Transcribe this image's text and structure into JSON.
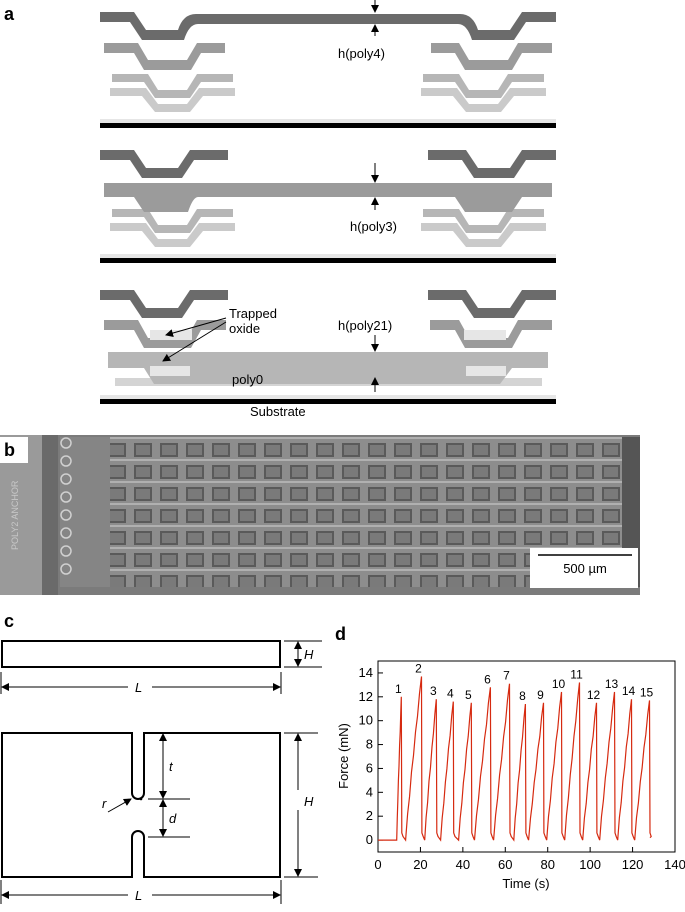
{
  "panels": {
    "a": {
      "letter": "a",
      "labels": {
        "h_poly4": "h(poly4)",
        "h_poly3": "h(poly3)",
        "h_poly21": "h(poly21)",
        "trapped_oxide": [
          "Trapped",
          "oxide"
        ],
        "poly0": "poly0",
        "substrate": "Substrate"
      },
      "colors": {
        "poly4": "#6b6b6b",
        "poly3": "#9b9b9b",
        "poly2": "#b6b6b6",
        "poly1": "#cacaca",
        "oxide": "#e6e6e6",
        "substrate": "#000000"
      }
    },
    "b": {
      "letter": "b",
      "scale_bar": "500 µm",
      "chip_text": "POLY2 ANCHOR"
    },
    "c": {
      "letter": "c",
      "labels": {
        "H": "H",
        "L": "L",
        "t": "t",
        "r": "r",
        "d": "d"
      }
    },
    "d": {
      "letter": "d",
      "line_color": "#d62a10"
    }
  },
  "chart_data": {
    "type": "line",
    "xlabel": "Time (s)",
    "ylabel": "Force (mN)",
    "xlim": [
      0,
      140
    ],
    "ylim": [
      -1,
      15
    ],
    "xticks": [
      0,
      20,
      40,
      60,
      80,
      100,
      120,
      140
    ],
    "yticks": [
      0,
      2,
      4,
      6,
      8,
      10,
      12,
      14
    ],
    "grid": false,
    "cycles": [
      {
        "label": "1",
        "start": 8.8,
        "peak_t": 11.0,
        "peak": 12.0
      },
      {
        "label": "2",
        "start": 13.0,
        "peak_t": 20.5,
        "peak": 13.7
      },
      {
        "label": "3",
        "start": 22.0,
        "peak_t": 27.5,
        "peak": 11.8
      },
      {
        "label": "4",
        "start": 29.5,
        "peak_t": 35.5,
        "peak": 11.6
      },
      {
        "label": "5",
        "start": 38.0,
        "peak_t": 44.0,
        "peak": 11.5
      },
      {
        "label": "6",
        "start": 45.5,
        "peak_t": 53.0,
        "peak": 12.8
      },
      {
        "label": "7",
        "start": 54.5,
        "peak_t": 62.0,
        "peak": 13.1
      },
      {
        "label": "8",
        "start": 64.0,
        "peak_t": 69.5,
        "peak": 11.4
      },
      {
        "label": "9",
        "start": 71.0,
        "peak_t": 78.0,
        "peak": 11.5
      },
      {
        "label": "10",
        "start": 79.5,
        "peak_t": 86.5,
        "peak": 12.4
      },
      {
        "label": "11",
        "start": 88.0,
        "peak_t": 95.0,
        "peak": 13.2
      },
      {
        "label": "12",
        "start": 96.5,
        "peak_t": 103.0,
        "peak": 11.5
      },
      {
        "label": "13",
        "start": 104.5,
        "peak_t": 111.5,
        "peak": 12.4
      },
      {
        "label": "14",
        "start": 113.0,
        "peak_t": 119.5,
        "peak": 11.8
      },
      {
        "label": "15",
        "start": 121.0,
        "peak_t": 128.0,
        "peak": 11.7
      }
    ]
  }
}
